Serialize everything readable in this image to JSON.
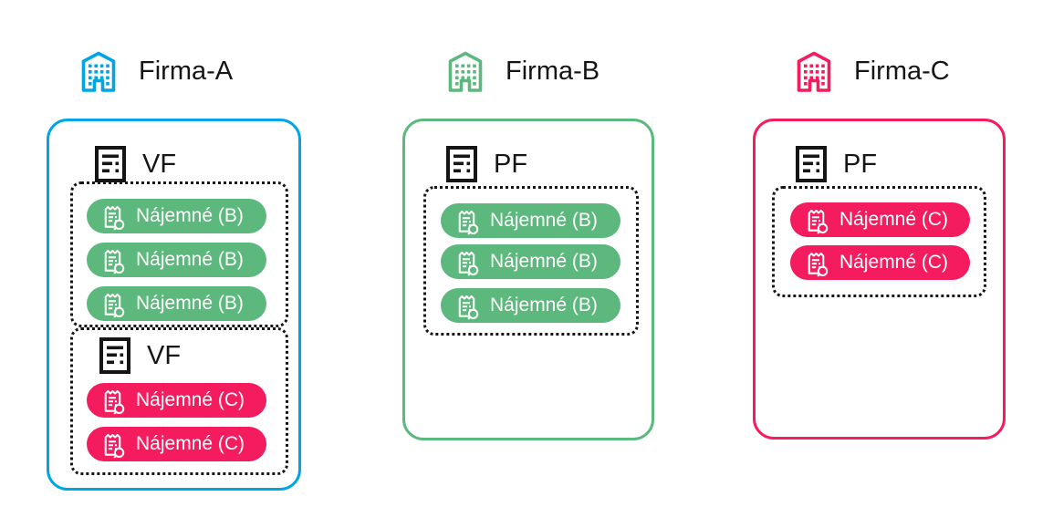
{
  "colors": {
    "background": "#ffffff",
    "text": "#151515",
    "dotted_outline": "#151515",
    "cyan_accent": "#00A5E5",
    "green_accent": "#5CB87D",
    "pink_accent": "#F41C5E",
    "pill_text": "#ffffff"
  },
  "icons": {
    "company": "office-building-icon",
    "invoice_heading": "invoice-document-icon",
    "invoice_pill": "receipt-search-icon"
  },
  "companies": [
    {
      "name": "Firma-A",
      "accent": "#00A5E5",
      "groups": [
        {
          "heading": "VF",
          "invoices": [
            {
              "label": "Nájemné (B)",
              "color": "#5CB87D"
            },
            {
              "label": "Nájemné (B)",
              "color": "#5CB87D"
            },
            {
              "label": "Nájemné (B)",
              "color": "#5CB87D"
            }
          ]
        },
        {
          "heading": "VF",
          "invoices": [
            {
              "label": "Nájemné (C)",
              "color": "#F41C5E"
            },
            {
              "label": "Nájemné (C)",
              "color": "#F41C5E"
            }
          ]
        }
      ]
    },
    {
      "name": "Firma-B",
      "accent": "#5CB87D",
      "groups": [
        {
          "heading": "PF",
          "invoices": [
            {
              "label": "Nájemné (B)",
              "color": "#5CB87D"
            },
            {
              "label": "Nájemné (B)",
              "color": "#5CB87D"
            },
            {
              "label": "Nájemné (B)",
              "color": "#5CB87D"
            }
          ]
        }
      ]
    },
    {
      "name": "Firma-C",
      "accent": "#F41C5E",
      "groups": [
        {
          "heading": "PF",
          "invoices": [
            {
              "label": "Nájemné (C)",
              "color": "#F41C5E"
            },
            {
              "label": "Nájemné (C)",
              "color": "#F41C5E"
            }
          ]
        }
      ]
    }
  ]
}
